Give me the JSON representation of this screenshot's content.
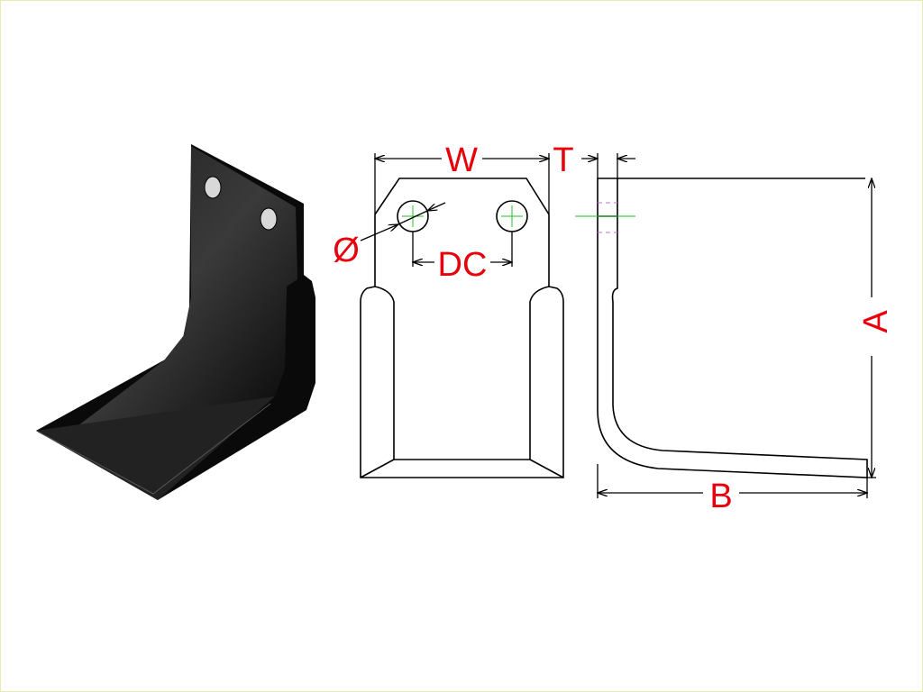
{
  "labels": {
    "width": "W",
    "thickness": "T",
    "hole_diameter": "Ø",
    "hole_distance": "DC",
    "height": "A",
    "length": "B"
  },
  "colors": {
    "dimension_label": "#e8000b",
    "center_line": "#22c22a",
    "hidden_line": "#c070d0",
    "frame": "#e4eeb4"
  }
}
